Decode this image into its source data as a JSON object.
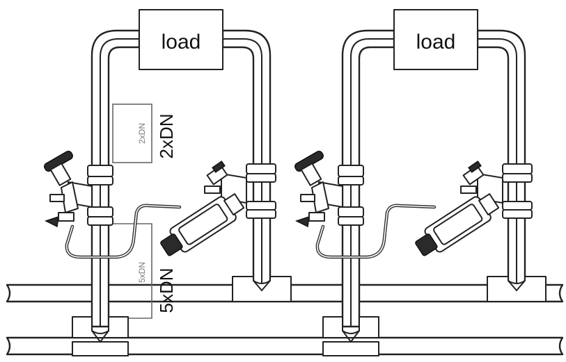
{
  "loads": [
    {
      "label": "load"
    },
    {
      "label": "load"
    }
  ],
  "dimensions": {
    "upstream": {
      "label": "2xDN",
      "inner_label": "2xDN"
    },
    "downstream": {
      "label": "5xDN",
      "inner_label": "5xDN"
    }
  },
  "colors": {
    "ink": "#222222",
    "background": "#ffffff",
    "dimension_line": "#666666"
  }
}
